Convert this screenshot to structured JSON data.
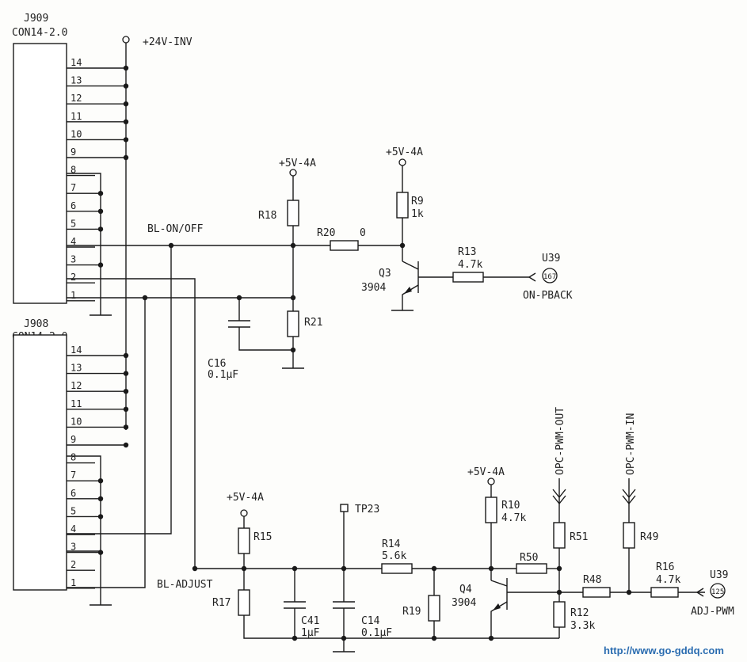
{
  "connectors": {
    "j909": {
      "ref": "J909",
      "type": "CON14-2.0",
      "pins": [
        "14",
        "13",
        "12",
        "11",
        "10",
        "9",
        "8",
        "7",
        "6",
        "5",
        "4",
        "3",
        "2",
        "1"
      ]
    },
    "j908": {
      "ref": "J908",
      "type": "CON14-2.0",
      "pins": [
        "14",
        "13",
        "12",
        "11",
        "10",
        "9",
        "8",
        "7",
        "6",
        "5",
        "4",
        "3",
        "2",
        "1"
      ]
    }
  },
  "rails": {
    "v24": "+24V-INV",
    "v5_a": "+5V-4A",
    "v5_b": "+5V-4A",
    "v5_c": "+5V-4A",
    "v5_d": "+5V-4A"
  },
  "nets": {
    "bl_onoff": "BL-ON/OFF",
    "bl_adjust": "BL-ADJUST",
    "on_pback": "ON-PBACK",
    "adj_pwm": "ADJ-PWM",
    "opc_out": "OPC-PWM-OUT",
    "opc_in": "OPC-PWM-IN",
    "tp23": "TP23"
  },
  "ics": {
    "u39_a": {
      "ref": "U39",
      "pin": "167"
    },
    "u39_b": {
      "ref": "U39",
      "pin": "125"
    }
  },
  "transistors": {
    "q3": {
      "ref": "Q3",
      "part": "3904"
    },
    "q4": {
      "ref": "Q4",
      "part": "3904"
    }
  },
  "resistors": {
    "r18": {
      "ref": "R18",
      "value": ""
    },
    "r20": {
      "ref": "R20",
      "value": "0"
    },
    "r9": {
      "ref": "R9",
      "value": "1k"
    },
    "r13": {
      "ref": "R13",
      "value": "4.7k"
    },
    "r21": {
      "ref": "R21",
      "value": ""
    },
    "r15": {
      "ref": "R15",
      "value": ""
    },
    "r17": {
      "ref": "R17",
      "value": ""
    },
    "r14": {
      "ref": "R14",
      "value": "5.6k"
    },
    "r19": {
      "ref": "R19",
      "value": ""
    },
    "r10": {
      "ref": "R10",
      "value": "4.7k"
    },
    "r50": {
      "ref": "R50",
      "value": ""
    },
    "r51": {
      "ref": "R51",
      "value": ""
    },
    "r49": {
      "ref": "R49",
      "value": ""
    },
    "r48": {
      "ref": "R48",
      "value": ""
    },
    "r16": {
      "ref": "R16",
      "value": "4.7k"
    },
    "r12": {
      "ref": "R12",
      "value": "3.3k"
    }
  },
  "capacitors": {
    "c16": {
      "ref": "C16",
      "value": "0.1μF"
    },
    "c41": {
      "ref": "C41",
      "value": "1μF"
    },
    "c14": {
      "ref": "C14",
      "value": "0.1μF"
    }
  },
  "watermark": "http://www.go-gddq.com"
}
